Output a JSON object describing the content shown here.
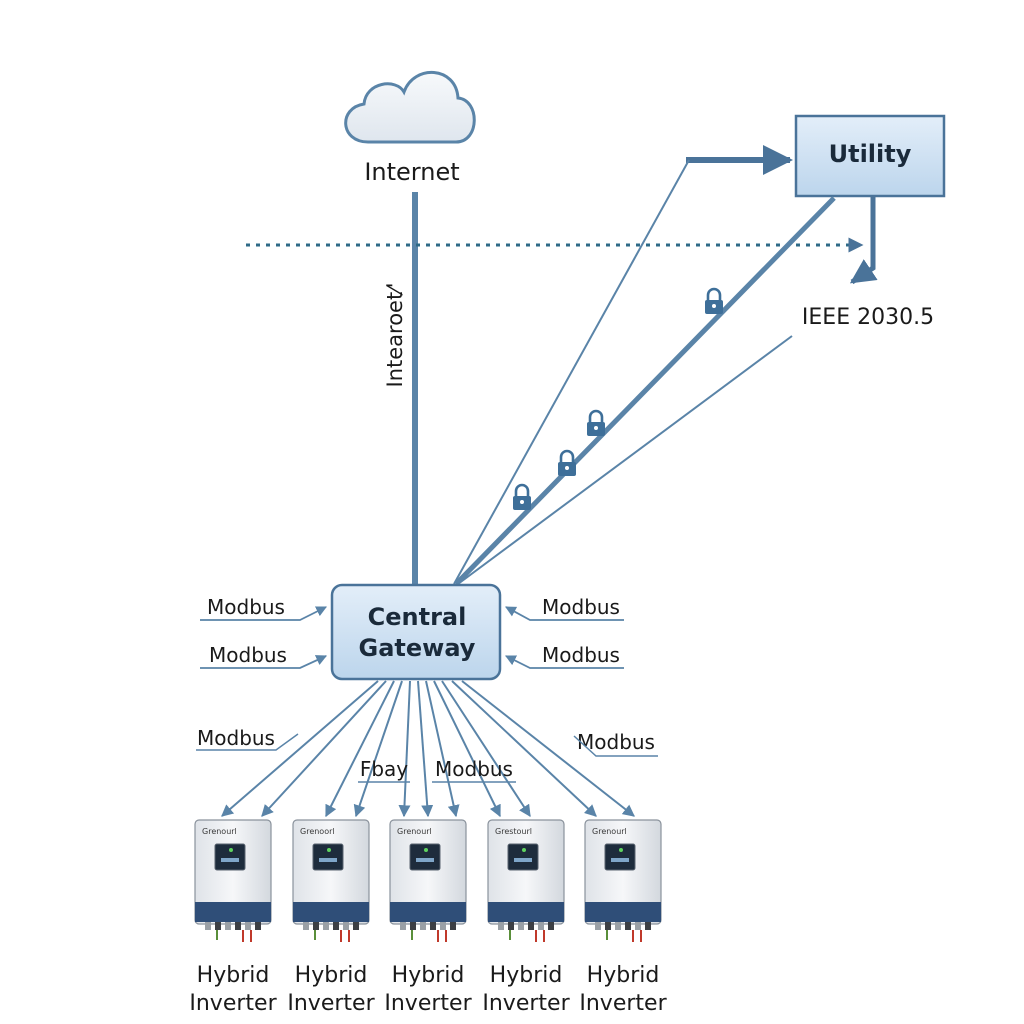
{
  "colors": {
    "line": "#5a84a8",
    "line_dark": "#4a7399",
    "box_fill": "#cfe2f3",
    "box_stroke": "#4a7399",
    "lock": "#3e6f99",
    "inverter_body": "#eef0f3",
    "inverter_base": "#2f4e78"
  },
  "internet": {
    "label": "Internet",
    "icon": "cloud-icon"
  },
  "utility": {
    "label": "Utility"
  },
  "standard": {
    "label": "IEEE 2030.5"
  },
  "vertical_label": "Intearoet⁄'",
  "gateway": {
    "line1": "Central",
    "line2": "Gateway"
  },
  "side_labels": {
    "left_top": "Modbus",
    "left_bottom": "Modbus",
    "right_top": "Modbus",
    "right_bottom": "Modbus"
  },
  "bus_labels": {
    "far_left": "Modbus",
    "mid_a": "Fbay",
    "mid_b": "Modbus",
    "far_right": "Modbus"
  },
  "inverters": [
    {
      "brand": "Grenourl",
      "line1": "Hybrid",
      "line2": "Inverter"
    },
    {
      "brand": "Grenoorl",
      "line1": "Hybrid",
      "line2": "Inverter"
    },
    {
      "brand": "Grenourl",
      "line1": "Hybrid",
      "line2": "Inverter"
    },
    {
      "brand": "Grestourl",
      "line1": "Hybrid",
      "line2": "Inverter"
    },
    {
      "brand": "Grenourl",
      "line1": "Hybrid",
      "line2": "Inverter"
    }
  ],
  "lock_icon": "lock-icon"
}
